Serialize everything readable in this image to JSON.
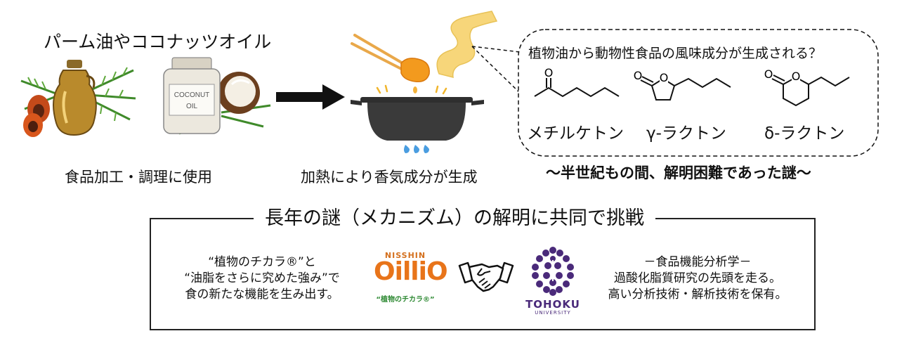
{
  "top": {
    "oils_title": "パーム油やココナッツオイル",
    "bottle_label_line1": "COCONUT",
    "bottle_label_line2": "OIL",
    "use_caption": "食品加工・調理に使用",
    "heat_caption": "加熱により香気成分が生成",
    "question": "植物油から動物性食品の風味成分が生成される？",
    "mystery": "～半世紀もの間、解明困難であった謎～"
  },
  "molecules": [
    {
      "name": "メチルケトン",
      "atom": "O"
    },
    {
      "name": "γ-ラクトン",
      "atom": "O"
    },
    {
      "name": "δ-ラクトン",
      "atom": "O"
    }
  ],
  "bottom": {
    "title": "長年の謎（メカニズム）の解明に共同で挑戦",
    "left_lines": [
      "“植物のチカラ®”と",
      "“油脂をさらに究めた強み”で",
      "食の新たな機能を生み出す。"
    ],
    "nisshin_brand": "NISSHIN",
    "nisshin_word": "OilliO",
    "nisshin_tag": "“植物のチカラ®”",
    "tohoku_word": "TOHOKU",
    "tohoku_sub": "UNIVERSITY",
    "right_lines": [
      "－食品機能分析学－",
      "過酸化脂質研究の先頭を走る。",
      "高い分析技術・解析技術を保有。"
    ]
  },
  "colors": {
    "flame": "#4a9de0",
    "pot": "#3a3a3a",
    "food": "#f39a1e",
    "steam": "#f7d67a",
    "nisshin_orange": "#e8741a",
    "nisshin_green": "#2f8a34",
    "tohoku_purple": "#4a2a7a"
  }
}
